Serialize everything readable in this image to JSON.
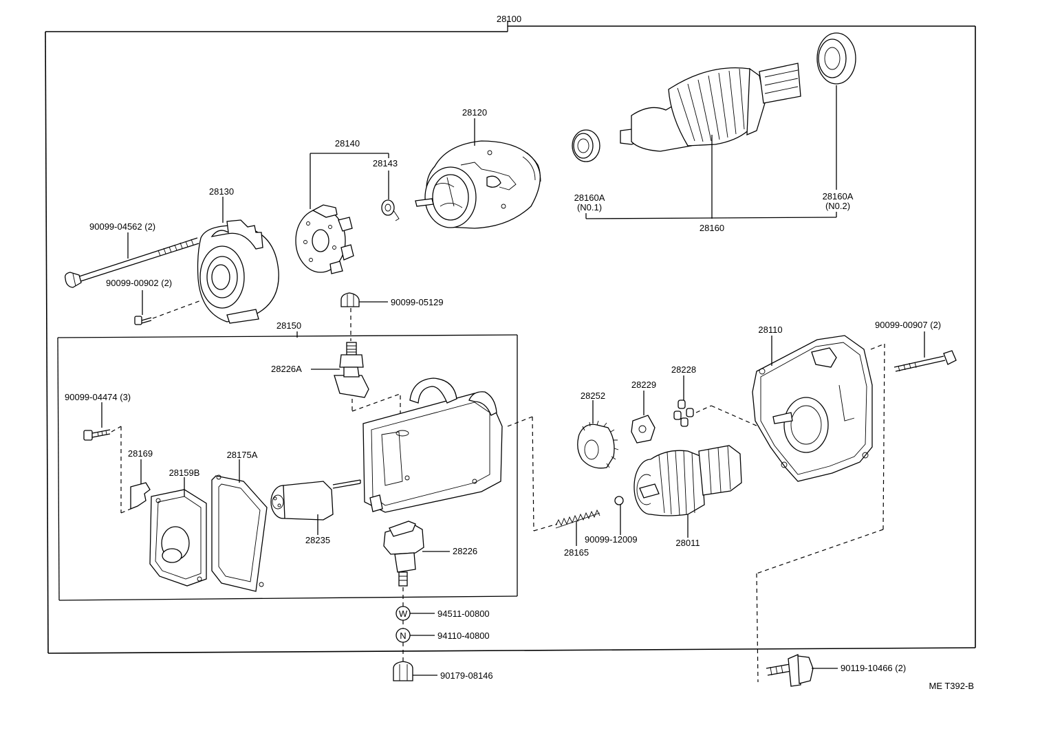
{
  "diagram": {
    "labels": {
      "assembly": "28100",
      "field_frame": "28150",
      "armature": "28120",
      "brush_holder": "28140",
      "spring": "28143",
      "end_frame": "28130",
      "bolt_4562": "90099-04562 (2)",
      "screw_902": "90099-00902 (2)",
      "bearing_no1_a": "28160A",
      "bearing_no1_b": "(N0.1)",
      "bearing_no2_a": "28160A",
      "bearing_no2_b": "(N0.2)",
      "bearing_set": "28160",
      "nut_5129": "90099-05129",
      "terminal_a": "28226A",
      "screw_4474": "90099-04474 (3)",
      "clip": "28169",
      "cover": "28159B",
      "gasket": "28175A",
      "plunger": "28235",
      "terminal": "28226",
      "washer": "94511-00800",
      "nut_n": "94110-40800",
      "nut_cap": "90179-08146",
      "washer_mark": "W",
      "nut_mark": "N",
      "idler_gear": "28252",
      "retainer": "28229",
      "rollers": "28228",
      "housing": "28110",
      "bolt_907": "90099-00907 (2)",
      "ball": "90099-12009",
      "return_spring": "28165",
      "clutch": "28011",
      "bolt_10466": "90119-10466 (2)",
      "code": "ME T392-B"
    }
  }
}
